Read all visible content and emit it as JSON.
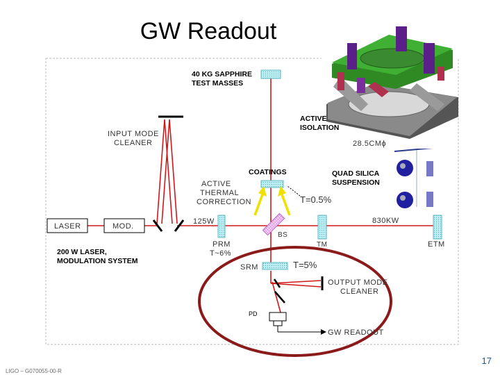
{
  "title": "GW Readout",
  "labels": {
    "sapphire_l1": "40 KG SAPPHIRE",
    "sapphire_l2": "TEST MASSES",
    "active_isolation_l1": "ACTIVE",
    "active_isolation_l2": "ISOLATION",
    "input_mode_cleaner_l1": "INPUT  MODE",
    "input_mode_cleaner_l2": "CLEANER",
    "coatings": "COATINGS",
    "quad_silica_l1": "QUAD SILICA",
    "quad_silica_l2": "SUSPENSION",
    "active_thermal_l1": "ACTIVE",
    "active_thermal_l2": "THERMAL",
    "active_thermal_l3": "CORRECTION",
    "t_05": "T=0.5%",
    "laser": "LASER",
    "mod": "MOD.",
    "w125": "125W",
    "prm": "PRM",
    "t_6": "T~6%",
    "bs": "BS",
    "tm": "TM",
    "kw830": "830KW",
    "etm": "ETM",
    "laser_system_l1": "200 W LASER,",
    "laser_system_l2": "MODULATION SYSTEM",
    "srm": "SRM",
    "t_5": "T=5%",
    "output_mode_cleaner_l1": "OUTPUT  MODE",
    "output_mode_cleaner_l2": "CLEANER",
    "pd": "PD",
    "gw_readout": "GW  READOUT",
    "cm_285": "28.5CMϕ"
  },
  "page_number": "17",
  "footer": "LIGO – G070055-00-R",
  "colors": {
    "beam": "#d01818",
    "optic": "#aee6ea",
    "optic_edge": "#5cb8c2",
    "bs": "#e9b8f0",
    "ellipse": "#8b1a1a",
    "arrow": "#f0e000",
    "platform": "#3fb034"
  }
}
